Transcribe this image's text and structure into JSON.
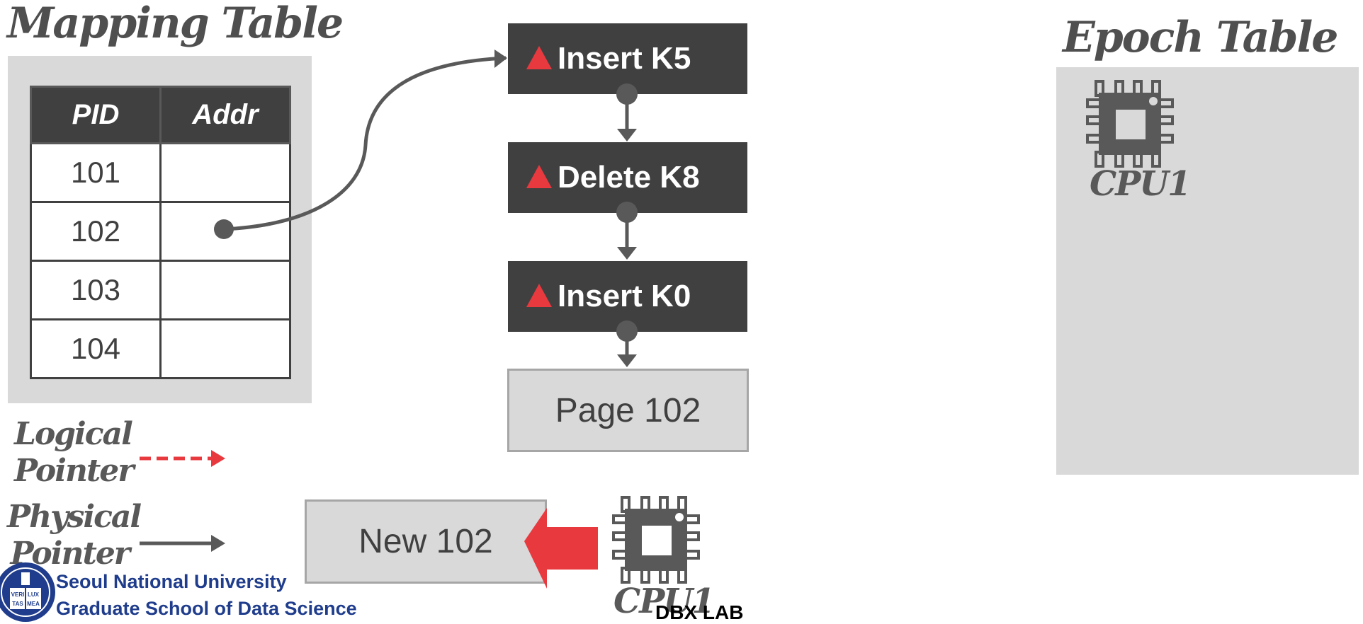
{
  "mapping_table": {
    "title": "Mapping Table",
    "headers": [
      "PID",
      "Addr"
    ],
    "rows": [
      "101",
      "102",
      "103",
      "104"
    ]
  },
  "delta_chain": [
    {
      "label": "Insert K5"
    },
    {
      "label": "Delete K8"
    },
    {
      "label": "Insert K0"
    }
  ],
  "base_page": {
    "label": "Page 102"
  },
  "new_page": {
    "label": "New 102"
  },
  "epoch_table": {
    "title": "Epoch Table",
    "cpu_label": "CPU1"
  },
  "cpu_bottom": {
    "label": "CPU1"
  },
  "legend": {
    "logical": {
      "line1": "Logical",
      "line2": "Pointer",
      "color": "#e8393f"
    },
    "physical": {
      "line1": "Physical",
      "line2": "Pointer",
      "color": "#595959"
    }
  },
  "footer": {
    "line1": "Seoul National University",
    "line2": "Graduate School of Data Science",
    "seal_letters": [
      "VERI",
      "LUX",
      "TAS",
      "MEA"
    ],
    "lab": "DBX LAB"
  },
  "colors": {
    "accent_red": "#e8393f",
    "dark": "#404040",
    "panel": "#d9d9d9",
    "snu_blue": "#1f3d8c"
  }
}
